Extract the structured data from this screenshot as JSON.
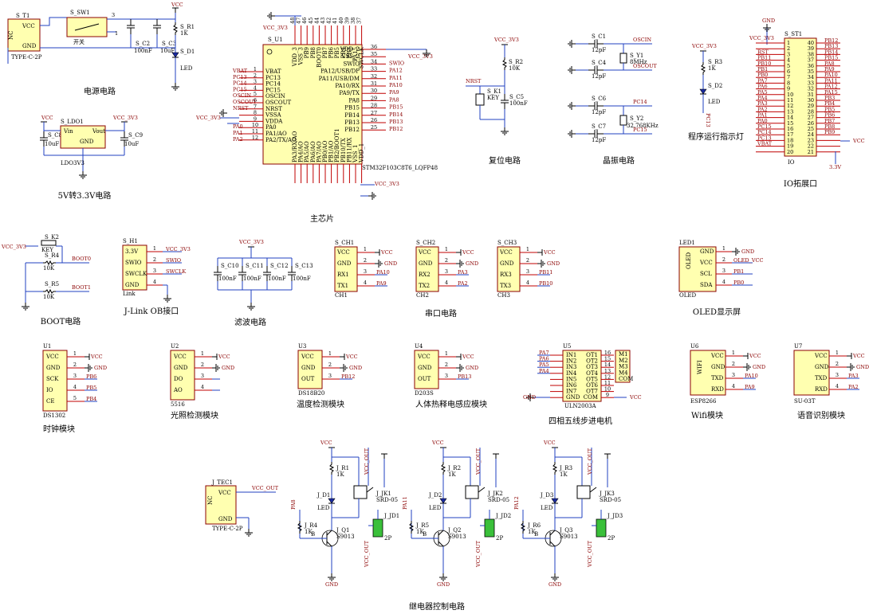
{
  "titles": {
    "power": "电源电路",
    "ldo": "5V转3.3V电路",
    "mcu": "主芯片",
    "reset": "复位电路",
    "crystal": "晶振电路",
    "led": "程序运行指示灯",
    "io": "IO拓展口",
    "boot": "BOOT电路",
    "jlink": "J-Link OB接口",
    "filter": "滤波电路",
    "uart": "串口电路",
    "oled": "OLED显示屏",
    "clock": "时钟模块",
    "light": "光照检测模块",
    "temp": "温度检测模块",
    "pir": "人体热释电感应模块",
    "stepper": "四相五线步进电机",
    "wifi": "Wifi模块",
    "voice": "语音识别模块",
    "relay": "继电器控制电路"
  },
  "power": {
    "t1": "S_T1",
    "t1_part": "TYPE-C-2P",
    "vcc": "VCC",
    "gnd": "GND",
    "nc": "NC",
    "sw1": "S_SW1",
    "sw_part": "开关",
    "c2": "S_C2",
    "c2v": "100nF",
    "c3": "S_C3",
    "c3v": "10uF",
    "r1": "S_R1",
    "r1v": "1K",
    "d1": "S_D1",
    "d1v": "LED"
  },
  "ldo": {
    "name": "S_LDO1",
    "part": "LDO3V3",
    "vin": "Vin",
    "vout": "Vout",
    "gnd": "GND",
    "c8": "S_C8",
    "c8v": "10uF",
    "c9": "S_C9",
    "c9v": "10uF",
    "vcc3": "VCC_3V3"
  },
  "mcu": {
    "name": "S_U1",
    "part": "STM32F103C8T6_LQFP48",
    "left_pins": [
      "VBAT",
      "PC13",
      "PC14",
      "PC15",
      "OSCIN",
      "OSCOUT",
      "NRST",
      "VSSA",
      "VDDA",
      "PA0",
      "PA1/AO",
      "PA2/TX/AO"
    ],
    "left_nets": [
      "VBAT",
      "PC13",
      "PC14",
      "PC15",
      "OSCIN",
      "OSCOUT",
      "NRST",
      "",
      "",
      "PA0",
      "PA1",
      "PA2"
    ],
    "right_pins": [
      "VDD_2",
      "VSS_2",
      "SWIO",
      "PA12/USB/DP",
      "PA11/USB/DM",
      "PA10/RX",
      "PA9/TX",
      "PA8",
      "PB15",
      "PB14",
      "PB13",
      "PB12"
    ],
    "right_nets": [
      "",
      "",
      "SWIO",
      "PA12",
      "PA11",
      "PA10",
      "PA9",
      "PA8",
      "PB15",
      "PB14",
      "PB13",
      "PB12"
    ],
    "top_pins": [
      "VDD_3",
      "VSS_3",
      "PB9",
      "PB8",
      "BOOT0",
      "PB7",
      "PB6",
      "PB5",
      "PB4",
      "PB3",
      "PA15",
      "SWCLK"
    ],
    "bottom_pins": [
      "PA3/RX/AO",
      "PA4/AO",
      "PA5/AO",
      "PA6/AO",
      "PA7/AO",
      "PB0/AO",
      "PB1/AO",
      "PB2/BOOT1",
      "PB10/TX",
      "PB11/RX",
      "VSS_1",
      "VDD_1"
    ],
    "vcc3": "VCC_3V3",
    "gnd": "GND"
  },
  "reset": {
    "vcc3": "VCC_3V3",
    "r2": "S_R2",
    "r2v": "10K",
    "nrst": "NRST",
    "k1": "S_K1",
    "k1v": "KEY",
    "c5": "S_C5",
    "c5v": "100nF",
    "gnd": "GND"
  },
  "crystal": {
    "c1": "S_C1",
    "c4": "S_C4",
    "c6": "S_C6",
    "c7": "S_C7",
    "cv": "12pF",
    "y1": "S_Y1",
    "y1v": "8MHz",
    "y2": "S_Y2",
    "y2v": "32.768KHz",
    "oscin": "OSCIN",
    "oscout": "OSCOUT",
    "pc14": "PC14",
    "pc15": "PC15",
    "gnd": "GND"
  },
  "led": {
    "vcc3": "VCC_3V3",
    "r3": "S_R3",
    "r3v": "1K",
    "d2": "S_D2",
    "d2v": "LED",
    "net": "PC13"
  },
  "io": {
    "name": "S_ST1",
    "vcc3": "VCC_3V3",
    "gnd": "GND",
    "vcc": "VCC",
    "v33": "3.3V",
    "left_nets": [
      "",
      "",
      "RST",
      "PB11",
      "PB10",
      "PB1",
      "PB0",
      "PA7",
      "PA6",
      "PA5",
      "PA4",
      "PA3",
      "PA2",
      "PA1",
      "PA0",
      "PC15",
      "PC14",
      "PC13",
      "VBAT",
      ""
    ],
    "right_nets": [
      "PB12",
      "PB13",
      "PB14",
      "PB15",
      "PA8",
      "PA9",
      "PA10",
      "PA11",
      "PA12",
      "PA15",
      "PB3",
      "PB4",
      "PB5",
      "PB6",
      "PB7",
      "PB8",
      "PB9",
      "",
      "",
      ""
    ]
  },
  "boot": {
    "vcc3": "VCC_3V3",
    "k2": "S_K2",
    "k2v": "KEY",
    "r4": "S_R4",
    "r4v": "10K",
    "r5": "S_R5",
    "r5v": "10K",
    "boot0": "BOOT0",
    "boot1": "BOOT1"
  },
  "jlink": {
    "name": "S_H1",
    "part": "Link",
    "pins": [
      "3.3V",
      "SWIO",
      "SWCLK",
      "GND"
    ],
    "nets": [
      "VCC_3V3",
      "SWIO",
      "SWCLK",
      ""
    ]
  },
  "filter": {
    "vcc3": "VCC_3V3",
    "caps": [
      "S_C10",
      "S_C11",
      "S_C12",
      "S_C13"
    ],
    "cv": "100nF"
  },
  "uart": [
    {
      "name": "S_CH1",
      "part": "CH1",
      "pins": [
        "VCC",
        "GND",
        "RX1",
        "TX1"
      ],
      "nets": [
        "",
        "",
        "PA10",
        "PA9"
      ]
    },
    {
      "name": "S_CH2",
      "part": "CH2",
      "pins": [
        "VCC",
        "GND",
        "RX2",
        "TX2"
      ],
      "nets": [
        "",
        "",
        "PA3",
        "PA2"
      ]
    },
    {
      "name": "S_CH3",
      "part": "CH3",
      "pins": [
        "VCC",
        "GND",
        "RX3",
        "TX3"
      ],
      "nets": [
        "",
        "",
        "PB11",
        "PB10"
      ]
    }
  ],
  "oled": {
    "name": "LED1",
    "part": "OLED",
    "label": "OLED",
    "pins": [
      "GND",
      "VCC",
      "SCL",
      "SDA"
    ],
    "nets": [
      "",
      "OLED_VCC",
      "PB1",
      "PB0"
    ]
  },
  "modules": [
    {
      "name": "U1",
      "part": "DS1302",
      "pins": [
        "VCC",
        "GND",
        "SCK",
        "IO",
        "CE"
      ],
      "nets": [
        "VCC",
        "GND",
        "PB6",
        "PB5",
        "PB4"
      ]
    },
    {
      "name": "U2",
      "part": "5516",
      "pins": [
        "VCC",
        "GND",
        "DO",
        "AO"
      ],
      "nets": [
        "VCC",
        "GND",
        "",
        ""
      ]
    },
    {
      "name": "U3",
      "part": "DS18B20",
      "pins": [
        "VCC",
        "GND",
        "OUT"
      ],
      "nets": [
        "VCC",
        "GND",
        "PB12"
      ]
    },
    {
      "name": "U4",
      "part": "D203S",
      "pins": [
        "VCC",
        "GND",
        "OUT"
      ],
      "nets": [
        "VCC",
        "GND",
        "PB13"
      ]
    }
  ],
  "stepper": {
    "name": "U5",
    "part": "ULN2003A",
    "m": "M1",
    "in": [
      "IN1",
      "IN2",
      "IN3",
      "IN4",
      "IN5",
      "IN6",
      "IN7",
      "GND"
    ],
    "out": [
      "OT1",
      "OT2",
      "OT3",
      "OT4",
      "OT5",
      "OT6",
      "OT7",
      "COM"
    ],
    "mpins": [
      "M1",
      "M2",
      "M3",
      "M4",
      "COM"
    ],
    "nets": [
      "PA7",
      "PA6",
      "PA5",
      "PA4"
    ],
    "gnd": "GND",
    "vcc": "VCC"
  },
  "wifi": {
    "name": "U6",
    "part": "ESP8266",
    "label": "WIFI",
    "pins": [
      "VCC",
      "GND",
      "TXD",
      "RXD"
    ],
    "nets": [
      "VCC",
      "GND",
      "PA10",
      "PA9"
    ]
  },
  "voice": {
    "name": "U7",
    "part": "SU-03T",
    "pins": [
      "VCC",
      "GND",
      "TXD",
      "RXD"
    ],
    "nets": [
      "VCC",
      "GND",
      "PA3",
      "PA2"
    ]
  },
  "tec": {
    "name": "J_TEC1",
    "part": "TYPE-C-2P",
    "vcc": "VCC",
    "gnd": "GND",
    "nc": "NC",
    "net": "VCC_OUT"
  },
  "relays": [
    {
      "r_top": "J_R1",
      "d": "J_D1",
      "k": "J_JK1",
      "kp": "SRD-05",
      "j": "J_JD1",
      "jp": "2P",
      "rb": "J_R4",
      "q": "J_Q1",
      "qp": "S9013",
      "in": "PA8"
    },
    {
      "r_top": "J_R2",
      "d": "J_D2",
      "k": "J_JK2",
      "kp": "SRD-05",
      "j": "J_JD2",
      "jp": "2P",
      "rb": "J_R5",
      "q": "J_Q2",
      "qp": "S9013",
      "in": "PA11"
    },
    {
      "r_top": "J_R3",
      "d": "J_D3",
      "k": "J_JK3",
      "kp": "SRD-05",
      "j": "J_JD3",
      "jp": "2P",
      "rb": "J_R6",
      "q": "J_Q3",
      "qp": "S9013",
      "in": "PA12"
    }
  ],
  "relay_common": {
    "rv": "1K",
    "led": "LED",
    "vcc": "VCC",
    "gnd": "GND",
    "b": "B",
    "vout": "VCC_OUT"
  }
}
